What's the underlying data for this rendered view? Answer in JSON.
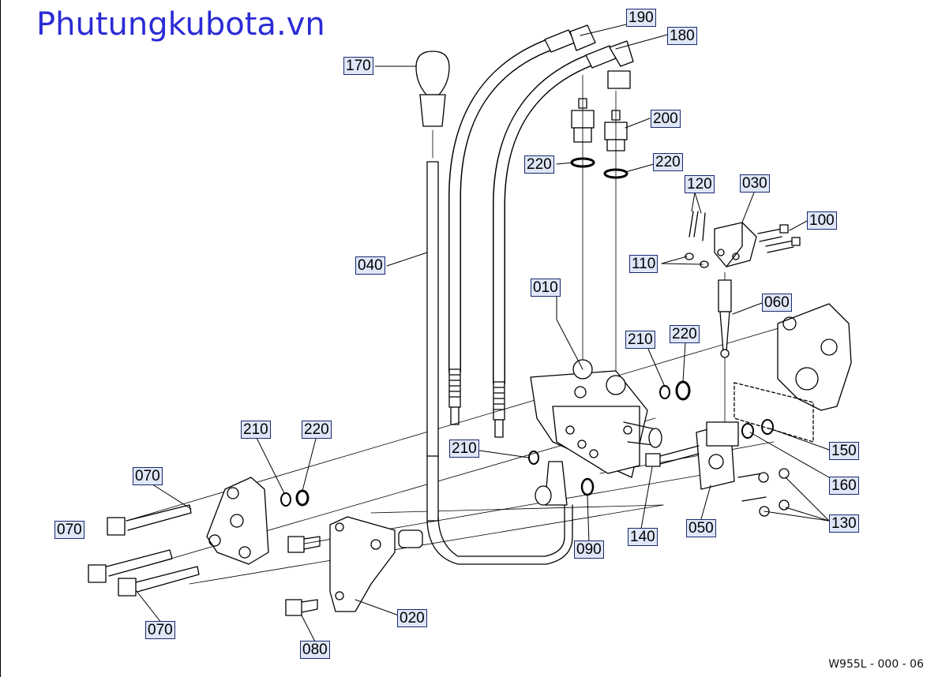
{
  "watermark": "Phutungkubota.vn",
  "drawing_code": "W955L - 000 - 06",
  "callouts": {
    "p190": "190",
    "p180": "180",
    "p170": "170",
    "p200": "200",
    "p220a": "220",
    "p220b": "220",
    "p120": "120",
    "p030": "030",
    "p100": "100",
    "p110": "110",
    "p040": "040",
    "p010": "010",
    "p060": "060",
    "p210a": "210",
    "p220c": "220",
    "p210b": "210",
    "p220d": "220",
    "p070a": "070",
    "p210c": "210",
    "p070b": "070",
    "p150": "150",
    "p160": "160",
    "p130": "130",
    "p090": "090",
    "p140": "140",
    "p050": "050",
    "p070c": "070",
    "p020": "020",
    "p080": "080"
  },
  "colors": {
    "brand": "#2b2bd6",
    "label_bg": "#dfe6f7",
    "label_border": "#1a2a6c",
    "line": "#000000"
  }
}
